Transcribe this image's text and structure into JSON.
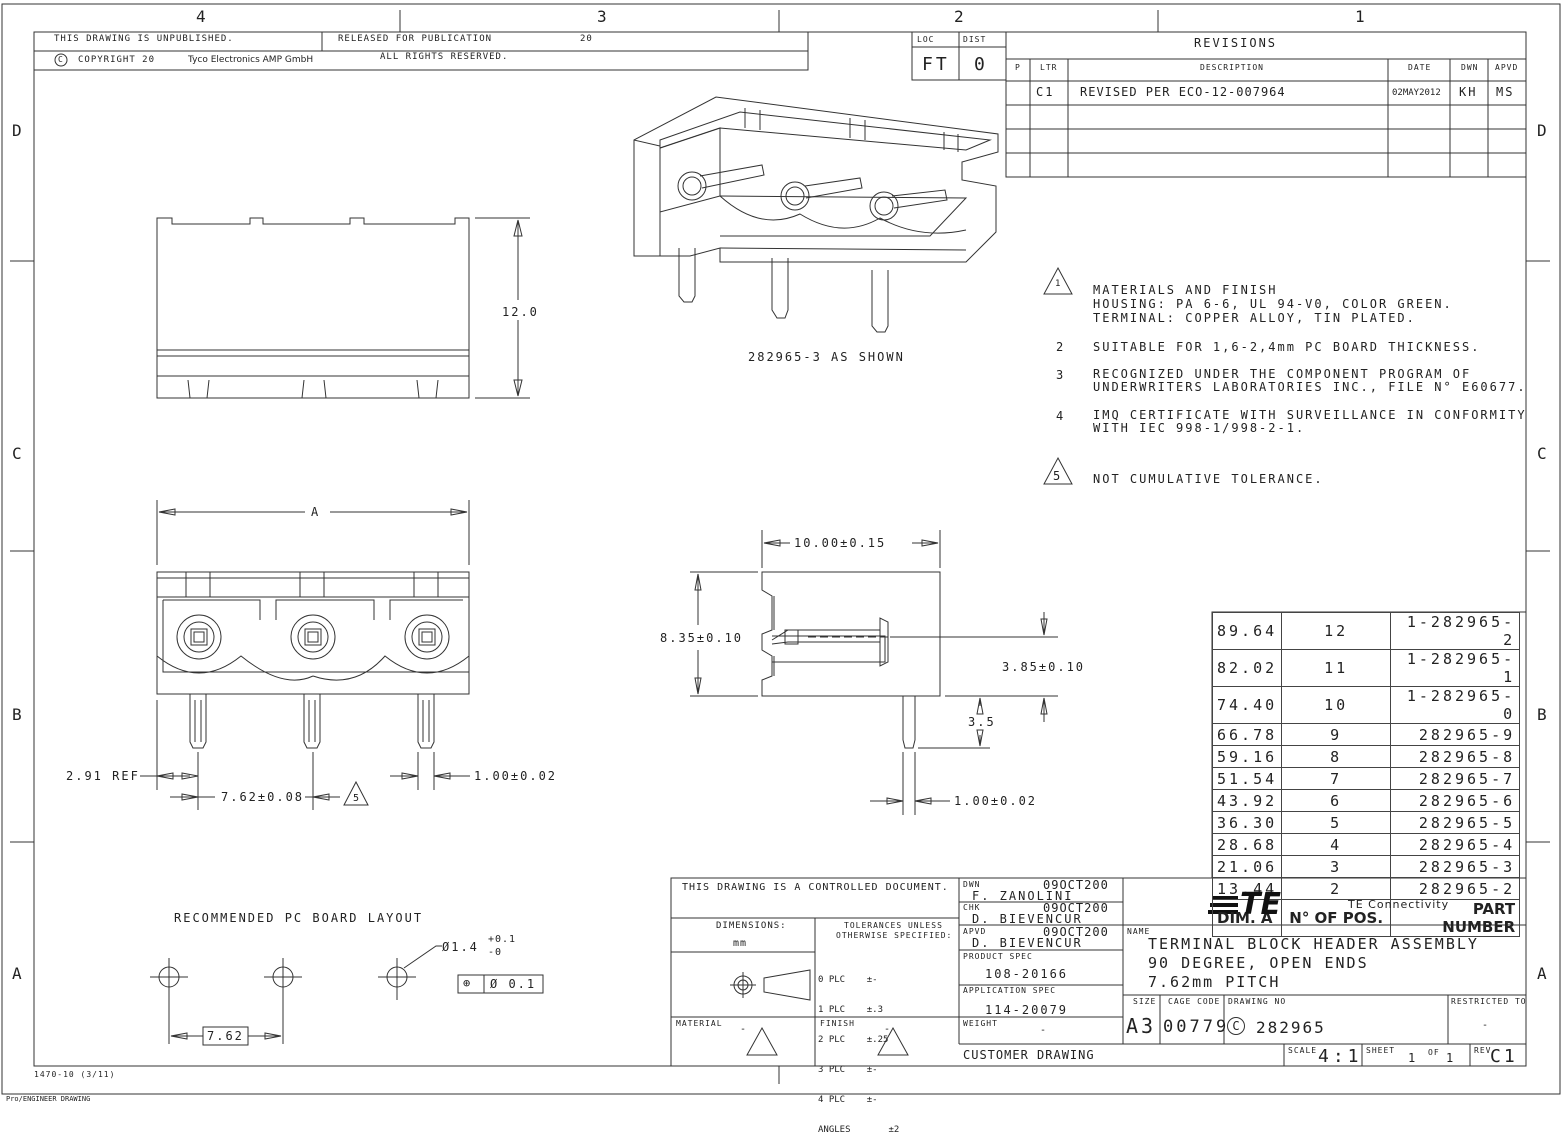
{
  "zone_columns": [
    "4",
    "3",
    "2",
    "1"
  ],
  "zone_rows": [
    "D",
    "C",
    "B",
    "A"
  ],
  "header": {
    "unpublished": "THIS DRAWING IS UNPUBLISHED.",
    "copyright_symbol": "C",
    "copyright": "COPYRIGHT 20",
    "company": "Tyco Electronics AMP GmbH",
    "released": "RELEASED FOR PUBLICATION",
    "released_year": "20",
    "rights": "ALL RIGHTS RESERVED.",
    "loc_label": "LOC",
    "loc_value": "FT",
    "dist_label": "DIST",
    "dist_value": "0"
  },
  "revisions": {
    "title": "REVISIONS",
    "col_p": "P",
    "col_ltr": "LTR",
    "col_desc": "DESCRIPTION",
    "col_date": "DATE",
    "col_dwn": "DWN",
    "col_apvd": "APVD",
    "rows": [
      {
        "ltr": "C1",
        "desc": "REVISED PER ECO-12-007964",
        "date": "02MAY2012",
        "dwn": "KH",
        "apvd": "MS"
      }
    ]
  },
  "view_label": "282965-3 AS SHOWN",
  "notes": [
    {
      "num": "1",
      "flag": true,
      "lines": [
        "MATERIALS AND FINISH",
        "HOUSING: PA 6-6, UL 94-V0, COLOR GREEN.",
        "TERMINAL: COPPER ALLOY, TIN PLATED."
      ]
    },
    {
      "num": "2",
      "flag": false,
      "lines": [
        "SUITABLE FOR 1,6-2,4mm PC BOARD THICKNESS."
      ]
    },
    {
      "num": "3",
      "flag": false,
      "lines": [
        "RECOGNIZED UNDER THE COMPONENT PROGRAM OF",
        "UNDERWRITERS LABORATORIES INC., FILE N° E60677."
      ]
    },
    {
      "num": "4",
      "flag": false,
      "lines": [
        "IMQ CERTIFICATE WITH SURVEILLANCE IN CONFORMITY",
        "WITH IEC 998-1/998-2-1."
      ]
    },
    {
      "num": "5",
      "flag": true,
      "lines": [
        "NOT CUMULATIVE TOLERANCE."
      ]
    }
  ],
  "dimensions": {
    "height": "12.0",
    "a": "A",
    "ref": "2.91 REF",
    "pitch": "7.62±0.08",
    "pitch_flag": "5",
    "pin_width": "1.00±0.02",
    "side_depth": "10.00±0.15",
    "side_height": "8.35±0.10",
    "side_offset": "3.85±0.10",
    "pin_length": "3.5",
    "side_pin_width": "1.00±0.02"
  },
  "pcb_layout": {
    "title": "RECOMMENDED PC BOARD LAYOUT",
    "hole": "Ø1.4",
    "tol_plus": "+0.1",
    "tol_minus": "-0",
    "position_symbol": "⊕",
    "position_tol": "Ø 0.1",
    "pitch": "7.62"
  },
  "dim_table": {
    "headers": [
      "DIM. A",
      "N° OF POS.",
      "PART NUMBER"
    ],
    "rows": [
      [
        "89.64",
        "12",
        "1-282965-2"
      ],
      [
        "82.02",
        "11",
        "1-282965-1"
      ],
      [
        "74.40",
        "10",
        "1-282965-0"
      ],
      [
        "66.78",
        "9",
        "282965-9"
      ],
      [
        "59.16",
        "8",
        "282965-8"
      ],
      [
        "51.54",
        "7",
        "282965-7"
      ],
      [
        "43.92",
        "6",
        "282965-6"
      ],
      [
        "36.30",
        "5",
        "282965-5"
      ],
      [
        "28.68",
        "4",
        "282965-4"
      ],
      [
        "21.06",
        "3",
        "282965-3"
      ],
      [
        "13.44",
        "2",
        "282965-2"
      ]
    ]
  },
  "title_block": {
    "controlled": "THIS DRAWING IS A CONTROLLED DOCUMENT.",
    "dimensions_label": "DIMENSIONS:",
    "dimensions_unit": "mm",
    "tolerances_line1": "TOLERANCES UNLESS",
    "tolerances_line2": "OTHERWISE SPECIFIED:",
    "tolerances": [
      "0 PLC    ±-",
      "1 PLC    ±.3",
      "2 PLC    ±.25",
      "3 PLC    ±-",
      "4 PLC    ±-",
      "ANGLES       ±2"
    ],
    "material_label": "MATERIAL",
    "material_value": "-",
    "finish_label": "FINISH",
    "finish_value": "-",
    "dwn_label": "DWN",
    "dwn_date": "09OCT200",
    "dwn_name": "F. ZANOLINI",
    "chk_label": "CHK",
    "chk_date": "09OCT200",
    "chk_name": "D. BIEVENCUR",
    "apvd_label": "APVD",
    "apvd_date": "09OCT200",
    "apvd_name": "D. BIEVENCUR",
    "product_spec_label": "PRODUCT SPEC",
    "product_spec": "108-20166",
    "application_spec_label": "APPLICATION SPEC",
    "application_spec": "114-20079",
    "weight_label": "WEIGHT",
    "weight": "-",
    "customer_drawing": "CUSTOMER DRAWING",
    "logo": "TE",
    "company": "TE Connectivity",
    "name_label": "NAME",
    "name_lines": [
      "TERMINAL BLOCK HEADER ASSEMBLY",
      "90 DEGREE, OPEN ENDS",
      "7.62mm PITCH"
    ],
    "size_label": "SIZE",
    "size": "A3",
    "cage_label": "CAGE CODE",
    "cage": "00779",
    "dwg_label": "DRAWING NO",
    "dwg_prefix": "C",
    "dwg_no": "282965",
    "restricted_label": "RESTRICTED TO",
    "restricted": "-",
    "scale_label": "SCALE",
    "scale": "4:1",
    "sheet_label": "SHEET",
    "sheet": "1",
    "of_label": "OF",
    "of": "1",
    "rev_label": "REV",
    "rev": "C1"
  },
  "form_no": "1470-10 (3/11)",
  "software": "Pro/ENGINEER DRAWING"
}
